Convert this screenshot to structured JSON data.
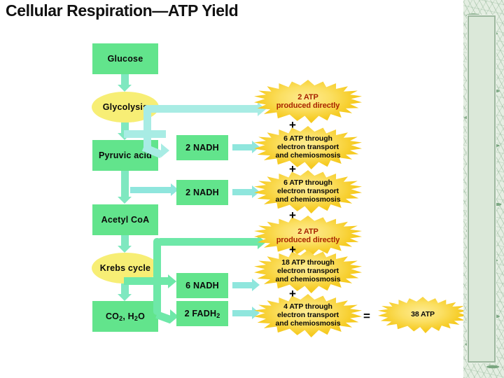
{
  "slide": {
    "title": "Cellular Respiration—ATP Yield",
    "background_color": "#ffffff"
  },
  "colors": {
    "box_green": "#62e48c",
    "ellipse_yellow": "#f7ee75",
    "burst_yellow": "#f6cb22",
    "burst_center": "#fdeb92",
    "arrow_mint": "#7fe8c0",
    "arrow_cyan": "#a8ece4",
    "red_text": "#a82400",
    "band_green": "#8fb292"
  },
  "pathway": {
    "nodes": [
      {
        "id": "glucose",
        "label": "Glucose",
        "shape": "rect"
      },
      {
        "id": "glycolysis",
        "label": "Glycolysis",
        "shape": "ellipse"
      },
      {
        "id": "pyruvic",
        "label": "Pyruvic acid",
        "shape": "rect"
      },
      {
        "id": "acetylcoa",
        "label": "Acetyl CoA",
        "shape": "rect"
      },
      {
        "id": "krebs",
        "label": "Krebs cycle",
        "shape": "ellipse"
      },
      {
        "id": "co2h2o",
        "label": "CO",
        "sub1": "2",
        "label2": ", H",
        "sub2": "2",
        "label3": "O",
        "shape": "rect"
      }
    ],
    "carriers": [
      {
        "id": "nadh-glycolysis",
        "label": "2 NADH"
      },
      {
        "id": "nadh-pyruvic",
        "label": "2 NADH"
      },
      {
        "id": "nadh-krebs",
        "label": "6 NADH"
      },
      {
        "id": "fadh2-krebs",
        "label": "2 FADH",
        "sub": "2"
      }
    ]
  },
  "yields": {
    "bursts": [
      {
        "id": "burst-2atp-direct-glycolysis",
        "lines": [
          "2 ATP",
          "produced directly"
        ],
        "style": "red",
        "amount": 2
      },
      {
        "id": "burst-6atp-etc-glycolysis",
        "lines": [
          "6 ATP through",
          "electron transport",
          "and chemiosmosis"
        ],
        "style": "black",
        "amount": 6
      },
      {
        "id": "burst-6atp-etc-pyruvic",
        "lines": [
          "6 ATP through",
          "electron transport",
          "and chemiosmosis"
        ],
        "style": "black",
        "amount": 6
      },
      {
        "id": "burst-2atp-direct-krebs",
        "lines": [
          "2 ATP",
          "produced directly"
        ],
        "style": "red",
        "amount": 2
      },
      {
        "id": "burst-18atp-etc-krebs",
        "lines": [
          "18 ATP through",
          "electron transport",
          "and chemiosmosis"
        ],
        "style": "black",
        "amount": 18
      },
      {
        "id": "burst-4atp-etc-fadh2",
        "lines": [
          "4 ATP through",
          "electron transport",
          "and chemiosmosis"
        ],
        "style": "black",
        "amount": 4
      }
    ],
    "operators": {
      "plus": "+",
      "equals": "="
    },
    "total": {
      "id": "burst-total",
      "label": "38 ATP",
      "amount": 38
    }
  }
}
